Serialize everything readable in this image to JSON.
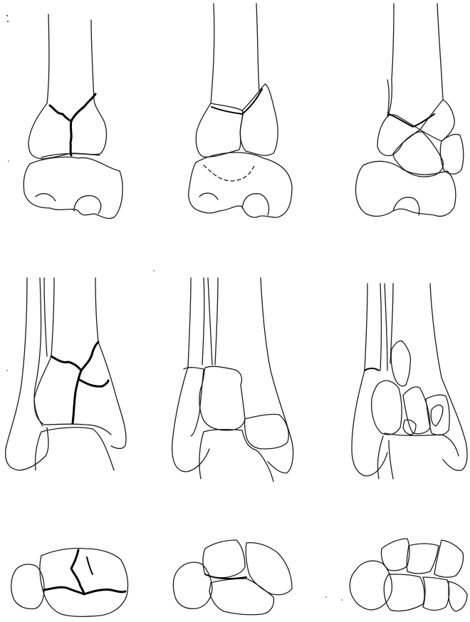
{
  "figure": {
    "rows": [
      {
        "id": "row-1",
        "view": "anterior-view-with-talus",
        "panels": [
          {
            "id": "r1-c1",
            "fracture_pattern": "split-y-shaped-line"
          },
          {
            "id": "r1-c2",
            "fracture_pattern": "two-fragment-displaced"
          },
          {
            "id": "r1-c3",
            "fracture_pattern": "multi-fragment-displaced"
          }
        ]
      },
      {
        "id": "row-2",
        "view": "anterior-view-with-fibula",
        "panels": [
          {
            "id": "r2-c1",
            "fracture_pattern": "undisplaced-t-shaped"
          },
          {
            "id": "r2-c2",
            "fracture_pattern": "displaced-articular"
          },
          {
            "id": "r2-c3",
            "fracture_pattern": "comminuted-impacted"
          }
        ]
      },
      {
        "id": "row-3",
        "view": "axial-articular-surface",
        "panels": [
          {
            "id": "r3-c1",
            "fracture_pattern": "cracked-plafond"
          },
          {
            "id": "r3-c2",
            "fracture_pattern": "three-part-plafond"
          },
          {
            "id": "r3-c3",
            "fracture_pattern": "comminuted-plafond"
          }
        ]
      }
    ],
    "colors": {
      "line": "#1a1a1a",
      "fracture": "#000000",
      "background": "#ffffff"
    }
  }
}
